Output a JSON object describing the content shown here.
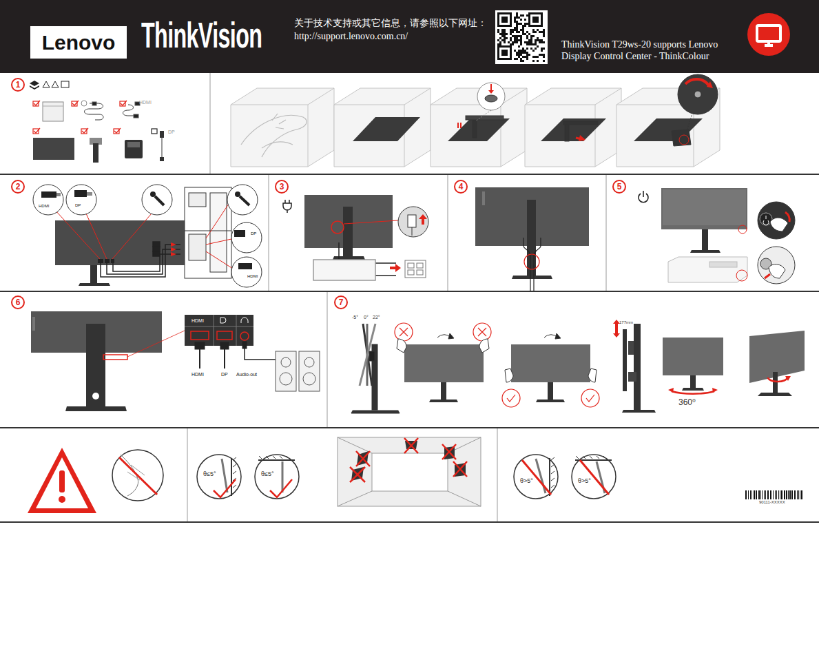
{
  "diagram": {
    "nodes": [
      {
        "text": [
          "ThinkVision",
          "关于技术支持或其它信息，请参照以下网址：",
          "http://support.lenovo.com.cn/",
          "ThinkVision T29ws-20 supports Lenovo Display Control Center - ThinkColour"
        ]
      },
      {
        "text": [
          "Lenovo"
        ],
        "in": 0
      },
      {
        "text": [
          "1"
        ]
      },
      {
        "text": [
          "2"
        ]
      },
      {
        "text": [
          "3"
        ]
      },
      {
        "text": [
          "4"
        ]
      },
      {
        "text": [
          "5"
        ]
      },
      {
        "text": [
          "6"
        ]
      },
      {
        "text": [
          "7"
        ]
      }
    ],
    "labels": [
      "HDMI",
      "DP",
      "HDMI",
      "DP",
      "DP",
      "HDMI",
      "HDMI",
      "HDMI",
      "DP",
      "Audio-out",
      "-5°",
      "0°",
      "22°",
      "177mm",
      "360⁰",
      "θ≤5°",
      "θ≤5°",
      "θ>5°",
      "θ>5°",
      "90111-XXXXX"
    ]
  }
}
